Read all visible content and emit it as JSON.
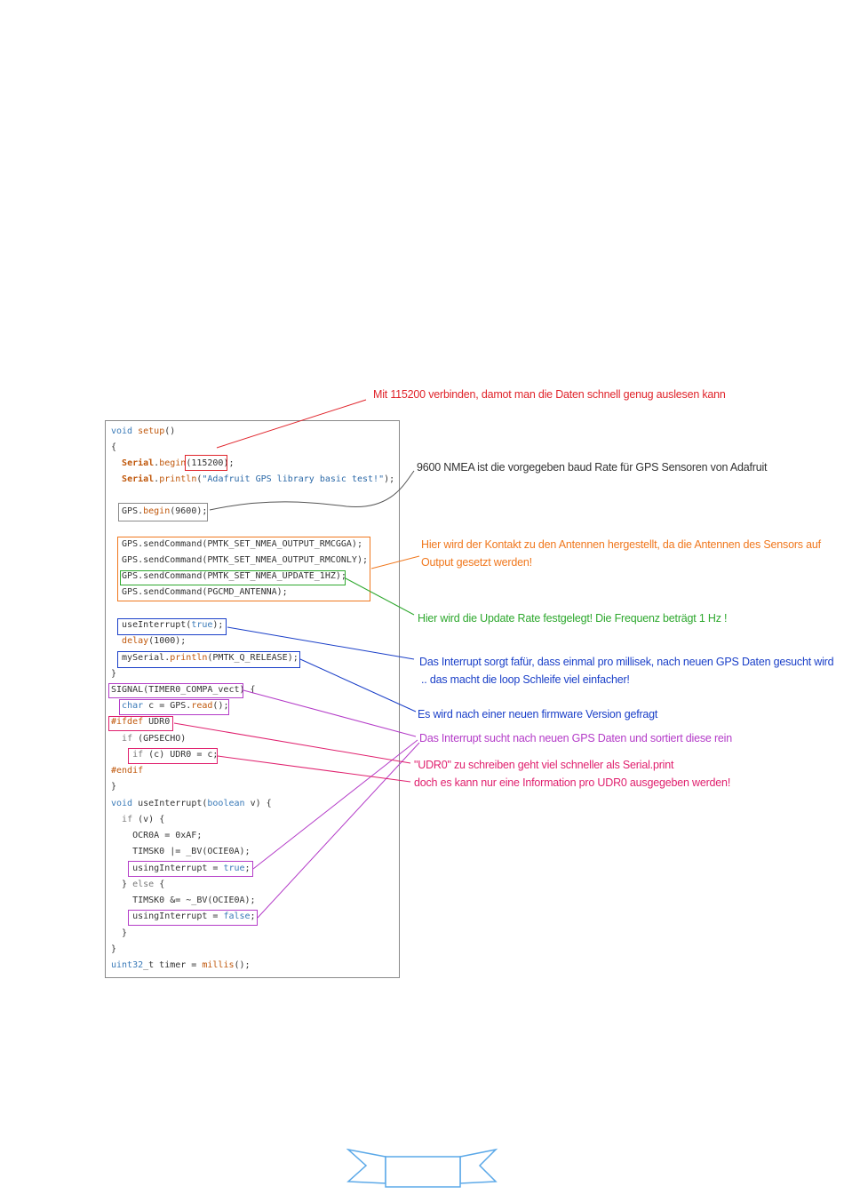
{
  "code_lines": [
    "void setup()",
    "{",
    "  Serial.begin(115200);",
    "  Serial.println(\"Adafruit GPS library basic test!\");",
    "",
    "  GPS.begin(9600);",
    "",
    "  GPS.sendCommand(PMTK_SET_NMEA_OUTPUT_RMCGGA);",
    "  GPS.sendCommand(PMTK_SET_NMEA_OUTPUT_RMCONLY);",
    "  GPS.sendCommand(PMTK_SET_NMEA_UPDATE_1HZ);",
    "  GPS.sendCommand(PGCMD_ANTENNA);",
    "",
    "  useInterrupt(true);",
    "  delay(1000);",
    "  mySerial.println(PMTK_Q_RELEASE);",
    "}",
    "SIGNAL(TIMER0_COMPA_vect) {",
    "  char c = GPS.read();",
    "#ifdef UDR0",
    "  if (GPSECHO)",
    "    if (c) UDR0 = c;",
    "#endif",
    "}",
    "void useInterrupt(boolean v) {",
    "  if (v) {",
    "    OCR0A = 0xAF;",
    "    TIMSK0 |= _BV(OCIE0A);",
    "    usingInterrupt = true;",
    "  } else {",
    "    TIMSK0 &= ~_BV(OCIE0A);",
    "    usingInterrupt = false;",
    "  }",
    "}",
    "uint32_t timer = millis();"
  ],
  "annotations": {
    "baud_115200": "Mit 115200 verbinden, damot man die Daten schnell genug auslesen kann",
    "baud_9600": "9600 NMEA ist die vorgegeben baud Rate für GPS Sensoren von Adafruit",
    "antenna_1": "Hier wird der Kontakt zu den Antennen hergestellt, da die Antennen des Sensors auf",
    "antenna_2": "Output gesetzt werden!",
    "update_rate": "Hier wird die Update Rate festgelegt! Die Frequenz beträgt 1 Hz !",
    "interrupt_1": "Das Interrupt sorgt fafür, dass einmal pro millisek, nach neuen GPS Daten gesucht wird",
    "interrupt_2": ".. das macht die loop Schleife viel einfacher!",
    "firmware": "Es wird nach einer neuen firmware Version gefragt",
    "interrupt_sort": "Das Interrupt sucht nach neuen GPS Daten und sortiert diese rein",
    "udr0_1": "\"UDR0\" zu schreiben geht viel schneller als Serial.print",
    "udr0_2": "doch es kann nur eine Information pro UDR0 ausgegeben werden!"
  },
  "colors": {
    "red": "#e0242b",
    "orange": "#f0781e",
    "green": "#2ea82e",
    "blue": "#1a3fc8",
    "purple": "#b43cc8",
    "magenta": "#e0206e",
    "gray": "#555555",
    "banner": "#5aa8e8"
  }
}
